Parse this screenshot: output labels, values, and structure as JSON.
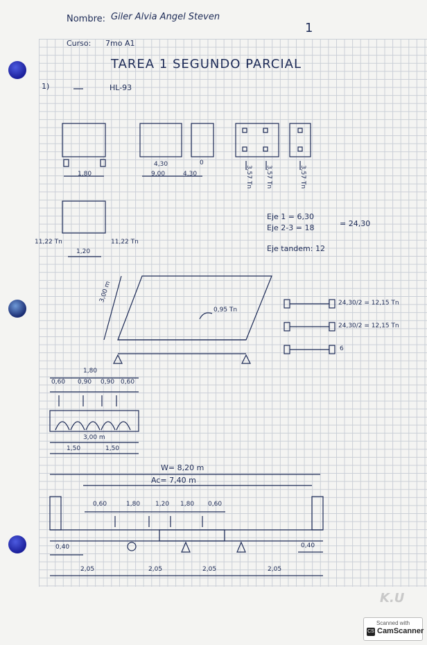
{
  "header": {
    "name_label": "Nombre:",
    "name_value": "Giler Alvia Angel Steven",
    "course_label": "Curso:",
    "course_value": "7mo A1",
    "page_number": "1"
  },
  "title": "TAREA 1 SEGUNDO PARCIAL",
  "section": {
    "number": "1)",
    "load": "HL-93"
  },
  "truck_dims": {
    "d1": "1,80",
    "d2": "4,30",
    "d3": "9,00",
    "d4": "4,30",
    "axle_label_1": "4,30",
    "axle_label_2": "0",
    "side_loads": [
      "3,57 Tn",
      "3,57 Tn",
      "3,57 Tn"
    ]
  },
  "tandem": {
    "left_load": "11,22 Tn",
    "right_load": "11,22 Tn",
    "spacing": "1,20"
  },
  "axles": {
    "eje1": "Eje 1 = 6,30",
    "eje23": "Eje 2-3 = 18",
    "sum": "= 24,30",
    "tandem": "Eje tandem: 12"
  },
  "deck": {
    "height": "3,00 m",
    "lane_load": "0,95 Tn"
  },
  "wheel_loads": [
    "24,30/2 = 12,15 Tn",
    "24,30/2 = 12,15 Tn",
    "6"
  ],
  "wheel_diagram": {
    "total": "1,80",
    "parts": [
      "0,60",
      "0,90",
      "0,90",
      "0,60"
    ],
    "width": "3,00 m",
    "halves": [
      "1,50",
      "1,50"
    ]
  },
  "section_diagram": {
    "W": "W= 8,20 m",
    "Ac": "Ac= 7,40 m",
    "spacings": [
      "0,60",
      "1,80",
      "1,20",
      "1,80",
      "0,60"
    ],
    "left_edge": "0,40",
    "right_edge": "0,40",
    "girders": [
      "2,05",
      "2,05",
      "2,05",
      "2,05"
    ]
  },
  "scanner": {
    "line1": "Scanned with",
    "brand": "CamScanner",
    "logo": "K.U"
  }
}
